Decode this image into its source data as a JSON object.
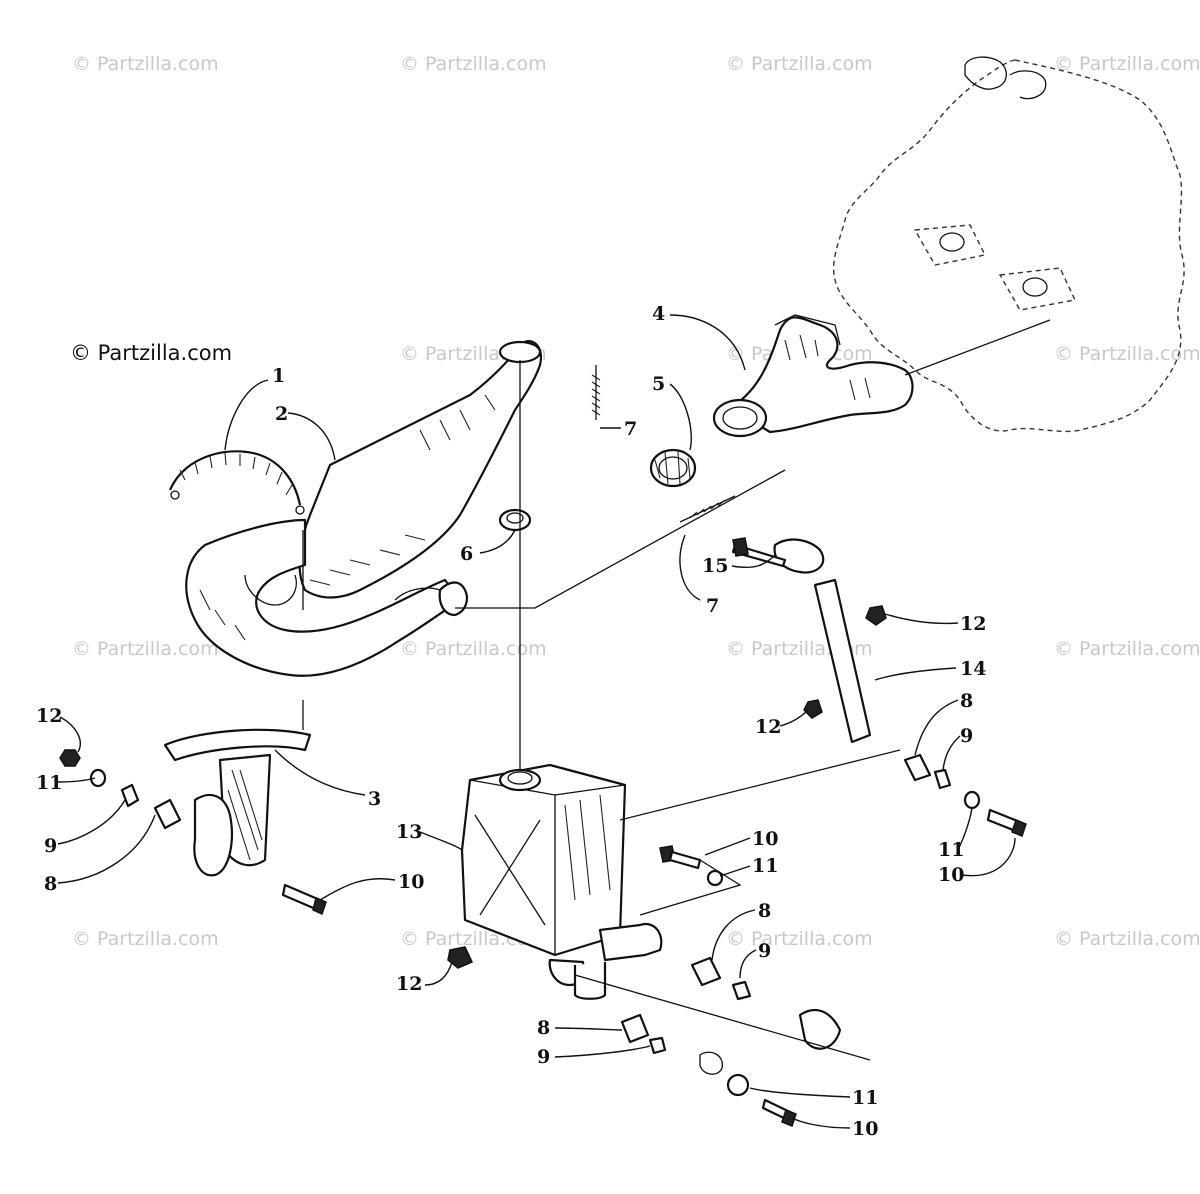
{
  "watermark": {
    "text": "© Partzilla.com"
  },
  "brand_label": "© Partzilla.com",
  "callouts": [
    "1",
    "2",
    "3",
    "4",
    "5",
    "6",
    "7",
    "7",
    "8",
    "8",
    "8",
    "8",
    "9",
    "9",
    "9",
    "9",
    "10",
    "10",
    "10",
    "10",
    "11",
    "11",
    "11",
    "11",
    "12",
    "12",
    "12",
    "12",
    "13",
    "14",
    "15"
  ],
  "colors": {
    "ink": "#111111",
    "watermark": "#c8c8c8",
    "background": "#ffffff"
  }
}
